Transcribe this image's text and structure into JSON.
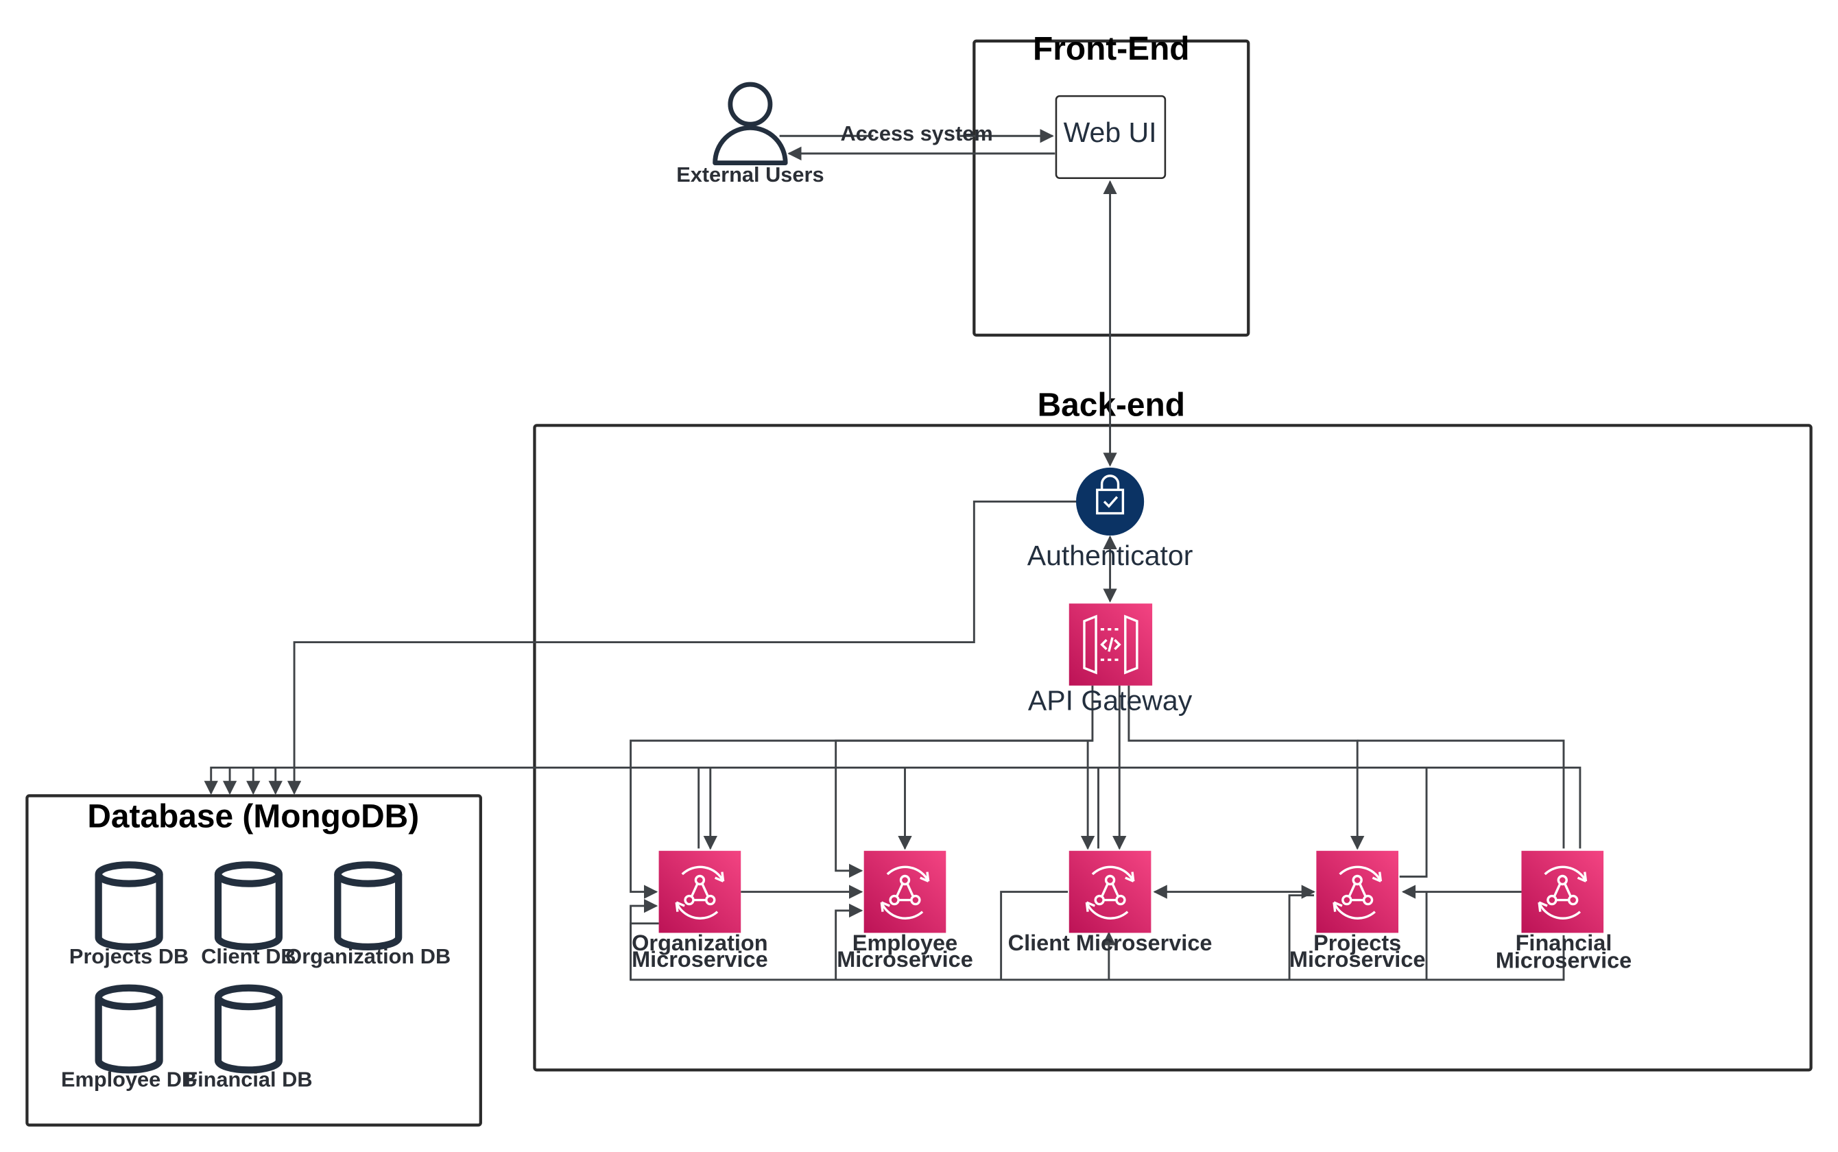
{
  "diagram": {
    "frontend": {
      "title": "Front-End",
      "web_ui": "Web UI"
    },
    "external_users": {
      "label": "External Users",
      "access_label": "Access system"
    },
    "backend": {
      "title": "Back-end",
      "authenticator": "Authenticator",
      "api_gateway": "API Gateway",
      "services": [
        {
          "line1": "Organization",
          "line2": "Microservice"
        },
        {
          "line1": "Employee",
          "line2": "Microservice"
        },
        {
          "line1": "Client Microservice",
          "line2": ""
        },
        {
          "line1": "Projects",
          "line2": "Microservice"
        },
        {
          "line1": "Financial",
          "line2": "Microservice"
        }
      ]
    },
    "database": {
      "title": "Database (MongoDB)",
      "dbs": [
        "Projects DB",
        "Client DB",
        "Organization DB",
        "Employee DB",
        "Financial DB"
      ]
    }
  },
  "colors": {
    "service_gradient_top": "#f34482",
    "service_gradient_bottom": "#bc1356",
    "authenticator_fill": "#0b3364",
    "outline": "#232f3e"
  }
}
